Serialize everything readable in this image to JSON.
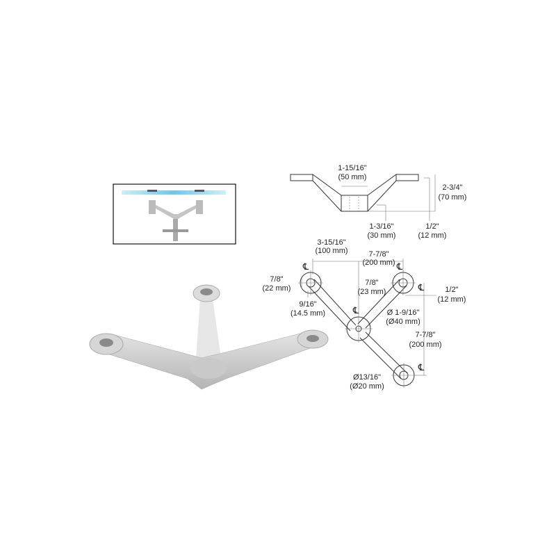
{
  "side_view": {
    "width_top": [
      "1-15/16\"",
      "(50 mm)"
    ],
    "height": [
      "2-3/4\"",
      "(70 mm)"
    ],
    "hub_height": [
      "1-3/16\"",
      "(30 mm)"
    ],
    "arm_thickness": [
      "1/2\"",
      "(12 mm)"
    ]
  },
  "plan_view": {
    "offset_horizontal": [
      "3-15/16\"",
      "(100 mm)"
    ],
    "span_horizontal": [
      "7-7/8\"",
      "(200 mm)"
    ],
    "ring_outer": [
      "7/8\"",
      "(22 mm)"
    ],
    "ring_inner": [
      "9/16\"",
      "(14.5 mm)"
    ],
    "arm_width": [
      "7/8\"",
      "(23 mm)"
    ],
    "hub_diameter": [
      "Ø 1-9/16\"",
      "(Ø40 mm)"
    ],
    "offset_vertical": [
      "1/2\"",
      "(12 mm)"
    ],
    "span_vertical": [
      "7-7/8\"",
      "(200 mm)"
    ],
    "hole_diameter": [
      "Ø13/16\"",
      "(Ø20 mm)"
    ],
    "centerline_symbol": "℄"
  },
  "colors": {
    "glass": "#8fd3f0",
    "metal": "#c8c8c8",
    "line": "#333333"
  }
}
